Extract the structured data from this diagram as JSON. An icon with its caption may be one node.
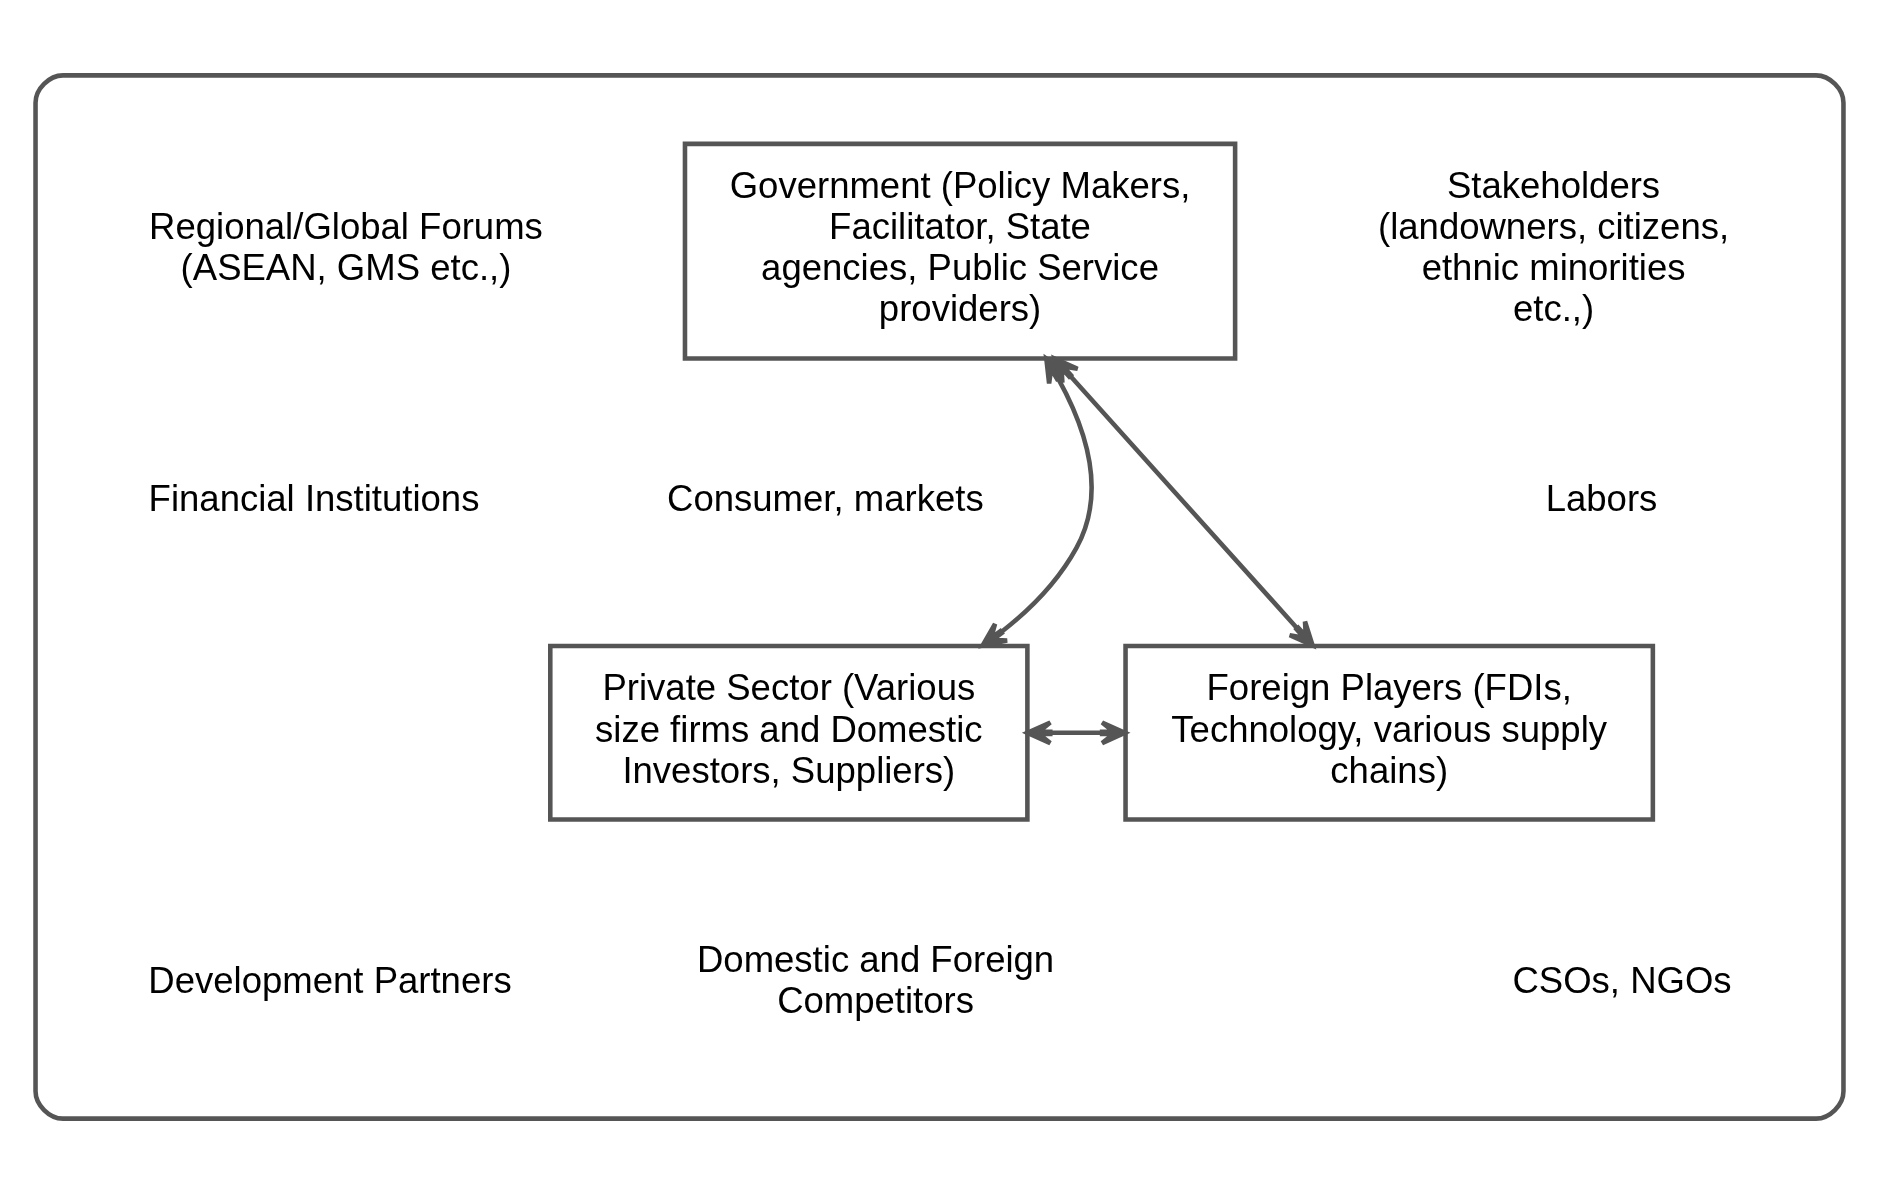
{
  "diagram": {
    "nodes": [
      {
        "text": [],
        "shape": "ellipse"
      },
      {
        "text": [
          "Government (Policy Makers, Facilitator, State agencies, Public Service providers)"
        ],
        "in": 0
      },
      {
        "text": [
          "Private Sector (Various size firms and Domestic Investors, Suppliers)"
        ],
        "in": 0
      },
      {
        "text": [
          "Foreign Players (FDIs, Technology, various supply chains)"
        ],
        "in": 0
      }
    ],
    "edges": [
      {
        "from": 1,
        "to": 2,
        "arrow": "both"
      },
      {
        "from": 1,
        "to": 3,
        "arrow": "both"
      },
      {
        "from": 2,
        "to": 3,
        "arrow": "both"
      }
    ],
    "labels": [
      "Stakeholders (landowners, citizens, ethnic minorities etc.,)",
      "Regional/Global Forums (ASEAN, GMS etc.,)",
      "Labors",
      "Consumer, markets",
      "Financial Institutions",
      "CSOs, NGOs",
      "Development Partners",
      "Domestic and Foreign Competitors"
    ]
  }
}
